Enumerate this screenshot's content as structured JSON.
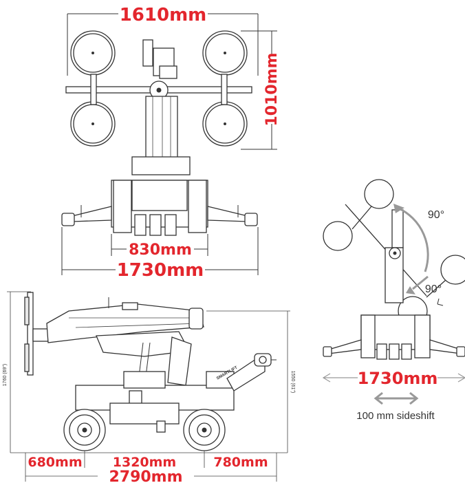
{
  "dimensions": {
    "top_width": "1610mm",
    "top_height": "1010mm",
    "track_inner": "830mm",
    "base_width": "1730mm",
    "side_front": "680mm",
    "side_wheelbase": "1320mm",
    "side_rear": "780mm",
    "side_length": "2790mm",
    "side_height_left": "1760 (69\")",
    "side_height_right": "1550 (61\")",
    "rotation_angle_top": "90°",
    "rotation_angle_side": "90°",
    "rear_base_width": "1730mm",
    "sideshift": "100 mm sideshift"
  },
  "brand_label": "SMARTLIFT",
  "colors": {
    "dimension_red": "#e3262d",
    "line": "#333333",
    "arrow_gray": "#999999"
  }
}
